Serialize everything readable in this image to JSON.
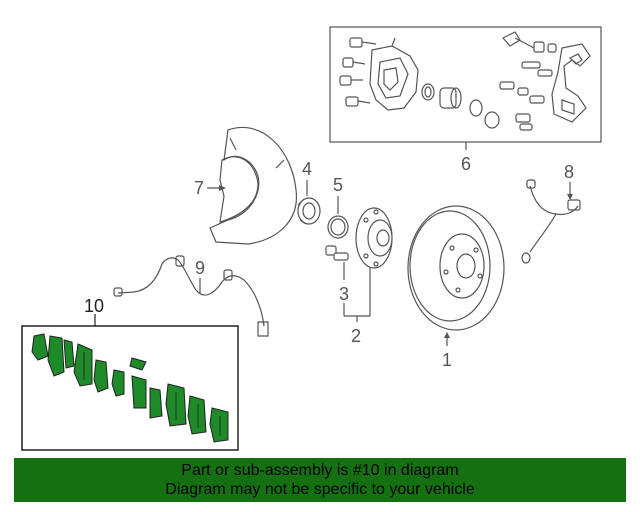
{
  "callouts": {
    "c1": "1",
    "c2": "2",
    "c3": "3",
    "c4": "4",
    "c5": "5",
    "c6": "6",
    "c7": "7",
    "c8": "8",
    "c9": "9",
    "c10": "10"
  },
  "banner": {
    "line1": "Part or sub-assembly is #10 in diagram",
    "line2": "Diagram may not be specific to your vehicle"
  },
  "colors": {
    "banner_bg": "#157012",
    "pad_fill": "#1f8a2a",
    "line": "#555555"
  }
}
